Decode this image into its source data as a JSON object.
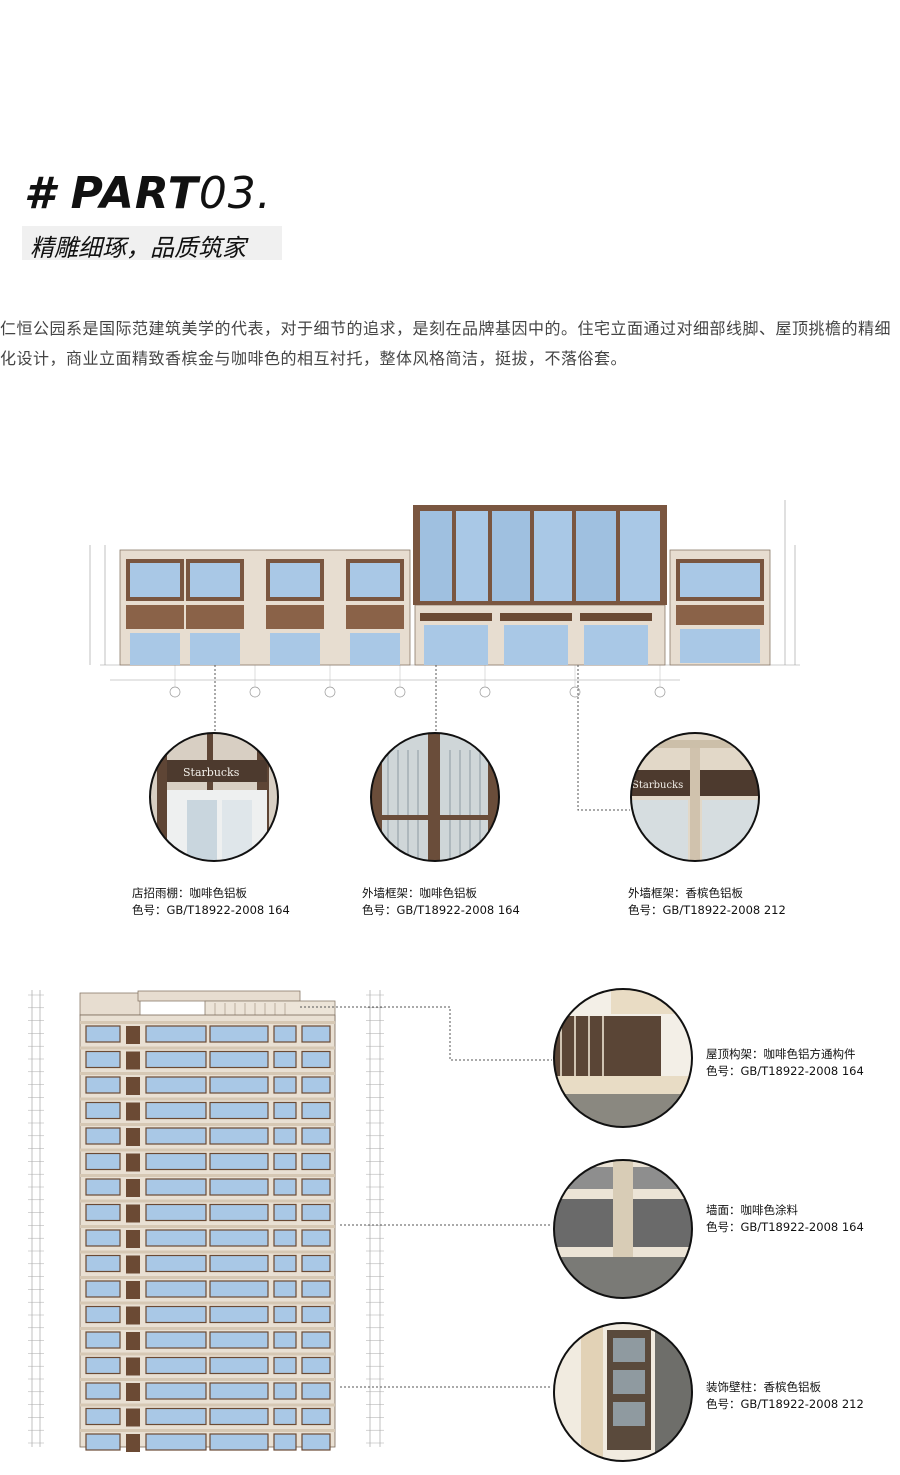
{
  "header": {
    "hash": "#",
    "part_bold": "PART",
    "part_num": "03.",
    "subtitle": "精雕细琢，品质筑家"
  },
  "intro": "仁恒公园系是国际范建筑美学的代表，对于细节的追求，是刻在品牌基因中的。住宅立面通过对细部线脚、屋顶挑檐的精细化设计，商业立面精致香槟金与咖啡色的相互衬托，整体风格简洁，挺拔，不落俗套。",
  "colors": {
    "coffee": "#6b4a34",
    "champagne": "#d9cbb5",
    "glass": "#a9c8e6"
  },
  "commercial_details": [
    {
      "sign": "Starbucks",
      "line1": "店招雨棚：咖啡色铝板",
      "line2": "色号：GB/T18922-2008 164"
    },
    {
      "line1": "外墙框架：咖啡色铝板",
      "line2": "色号：GB/T18922-2008 164"
    },
    {
      "sign": "Starbucks",
      "line1": "外墙框架：香槟色铝板",
      "line2": "色号：GB/T18922-2008 212"
    }
  ],
  "tower_details": [
    {
      "line1": "屋顶构架：咖啡色铝方通构件",
      "line2": "色号：GB/T18922-2008 164"
    },
    {
      "line1": "墙面：咖啡色涂料",
      "line2": "色号：GB/T18922-2008 164"
    },
    {
      "line1": "装饰壁柱：香槟色铝板",
      "line2": "色号：GB/T18922-2008 212"
    }
  ]
}
